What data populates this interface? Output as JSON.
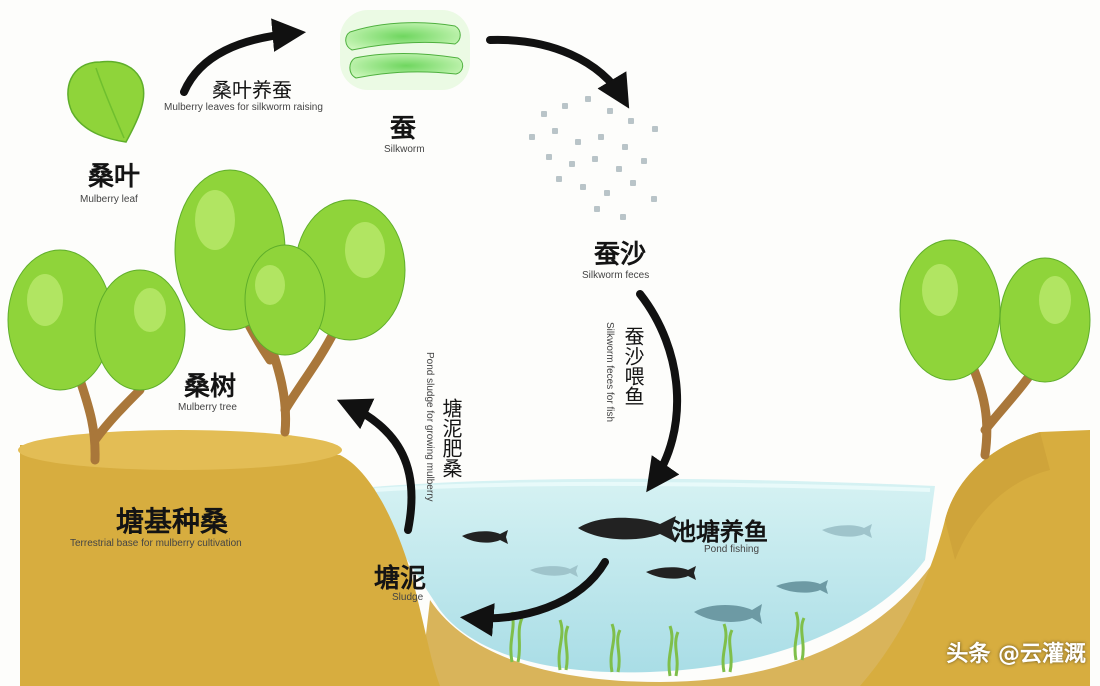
{
  "nodes": {
    "mulberry_leaf": {
      "zh": "桑叶",
      "en": "Mulberry leaf"
    },
    "leaves_for_silkworm": {
      "zh": "桑叶养蚕",
      "en": "Mulberry leaves for silkworm raising"
    },
    "silkworm": {
      "zh": "蚕",
      "en": "Silkworm"
    },
    "silkworm_feces": {
      "zh": "蚕沙",
      "en": "Silkworm feces"
    },
    "feces_for_fish": {
      "zh": "蚕沙喂鱼",
      "en": "Silkworm feces for fish"
    },
    "pond_fishing": {
      "zh": "池塘养鱼",
      "en": "Pond fishing"
    },
    "sludge": {
      "zh": "塘泥",
      "en": "Sludge"
    },
    "sludge_for_mulberry": {
      "zh": "塘泥肥桑",
      "en": "Pond sludge for growing mulberry"
    },
    "mulberry_tree": {
      "zh": "桑树",
      "en": "Mulberry tree"
    },
    "terrestrial_base": {
      "zh": "塘基种桑",
      "en": "Terrestrial base for mulberry cultivation"
    }
  },
  "watermark": "头条 @云灌溉",
  "colors": {
    "bank": "#d7ad3f",
    "bank_top": "#e3bd55",
    "water": "#bfe9ef",
    "leaf": "#8fd43a",
    "silkworm": "#7fe07a",
    "arrow": "#111111"
  }
}
